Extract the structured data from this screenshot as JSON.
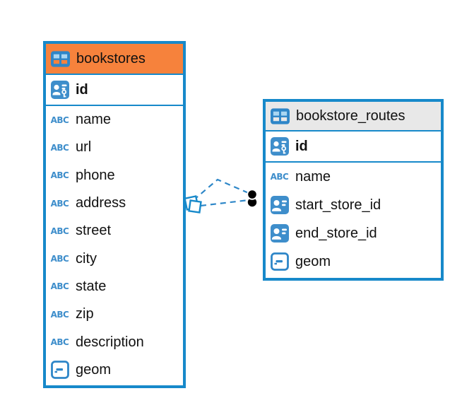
{
  "diagram": {
    "canvas": {
      "background": "#FFFFFF"
    },
    "colors": {
      "table_border": "#1789CA",
      "icon_blue": "#3E8ECB",
      "icon_frame_blue": "#2E86C8",
      "relationship_line": "#2E87C8",
      "text": "#111111"
    },
    "icons": {
      "text_glyph": "ABC"
    },
    "tables": [
      {
        "name": "bookstores",
        "header_color": "#F6823C",
        "primary_key": {
          "name": "id",
          "type": "key"
        },
        "columns": [
          {
            "name": "name",
            "type": "text"
          },
          {
            "name": "url",
            "type": "text"
          },
          {
            "name": "phone",
            "type": "text"
          },
          {
            "name": "address",
            "type": "text"
          },
          {
            "name": "street",
            "type": "text"
          },
          {
            "name": "city",
            "type": "text"
          },
          {
            "name": "state",
            "type": "text"
          },
          {
            "name": "zip",
            "type": "text"
          },
          {
            "name": "description",
            "type": "text"
          },
          {
            "name": "geom",
            "type": "geometry"
          }
        ]
      },
      {
        "name": "bookstore_routes",
        "header_color": "#E8E8E8",
        "primary_key": {
          "name": "id",
          "type": "key"
        },
        "columns": [
          {
            "name": "name",
            "type": "text"
          },
          {
            "name": "start_store_id",
            "type": "reference"
          },
          {
            "name": "end_store_id",
            "type": "reference"
          },
          {
            "name": "geom",
            "type": "geometry"
          }
        ]
      }
    ],
    "relationships": [
      {
        "from": "bookstores",
        "to": "bookstore_routes",
        "style": "dashed",
        "from_marker": "stacked-squares",
        "to_marker": "filled-dot"
      },
      {
        "from": "bookstores",
        "to": "bookstore_routes",
        "style": "dashed",
        "from_marker": "stacked-squares",
        "to_marker": "filled-dot"
      }
    ]
  }
}
